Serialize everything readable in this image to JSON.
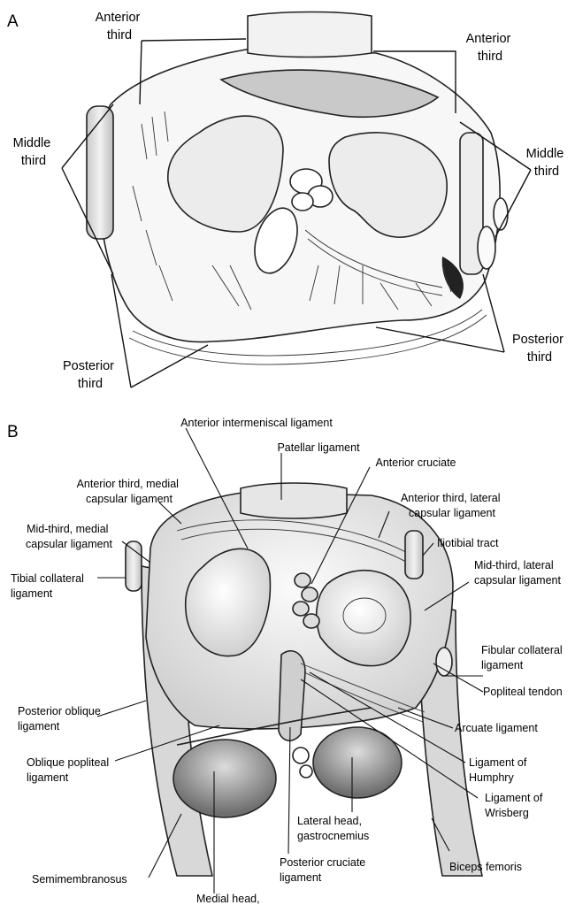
{
  "panel_a": {
    "letter": "A",
    "labels": {
      "anterior_left": [
        "Anterior",
        "third"
      ],
      "anterior_right": [
        "Anterior",
        "third"
      ],
      "middle_left": [
        "Middle",
        "third"
      ],
      "middle_right": [
        "Middle",
        "third"
      ],
      "posterior_left": [
        "Posterior",
        "third"
      ],
      "posterior_right": [
        "Posterior",
        "third"
      ]
    }
  },
  "panel_b": {
    "letter": "B",
    "labels": {
      "anterior_intermeniscal": "Anterior intermeniscal ligament",
      "patellar": "Patellar ligament",
      "anterior_cruciate": "Anterior cruciate",
      "ant_medial_capsular": [
        "Anterior third, medial",
        "capsular ligament"
      ],
      "ant_lateral_capsular": [
        "Anterior third, lateral",
        "capsular ligament"
      ],
      "mid_medial_capsular": [
        "Mid-third, medial",
        "capsular ligament"
      ],
      "iliotibial": "Iliotibial tract",
      "tibial_collateral": [
        "Tibial collateral",
        "ligament"
      ],
      "mid_lateral_capsular": [
        "Mid-third, lateral",
        "capsular ligament"
      ],
      "fibular_collateral": [
        "Fibular collateral",
        "ligament"
      ],
      "popliteal_tendon": "Popliteal tendon",
      "posterior_oblique": [
        "Posterior oblique",
        "ligament"
      ],
      "arcuate": "Arcuate ligament",
      "oblique_popliteal": [
        "Oblique popliteal",
        "ligament"
      ],
      "humphry": [
        "Ligament of",
        "Humphry"
      ],
      "wrisberg": [
        "Ligament of",
        "Wrisberg"
      ],
      "lateral_head": [
        "Lateral head,",
        "gastrocnemius"
      ],
      "posterior_cruciate": [
        "Posterior cruciate",
        "ligament"
      ],
      "semimembranosus": "Semimembranosus",
      "biceps_femoris": "Biceps femoris",
      "medial_head": "Medial head,"
    }
  }
}
